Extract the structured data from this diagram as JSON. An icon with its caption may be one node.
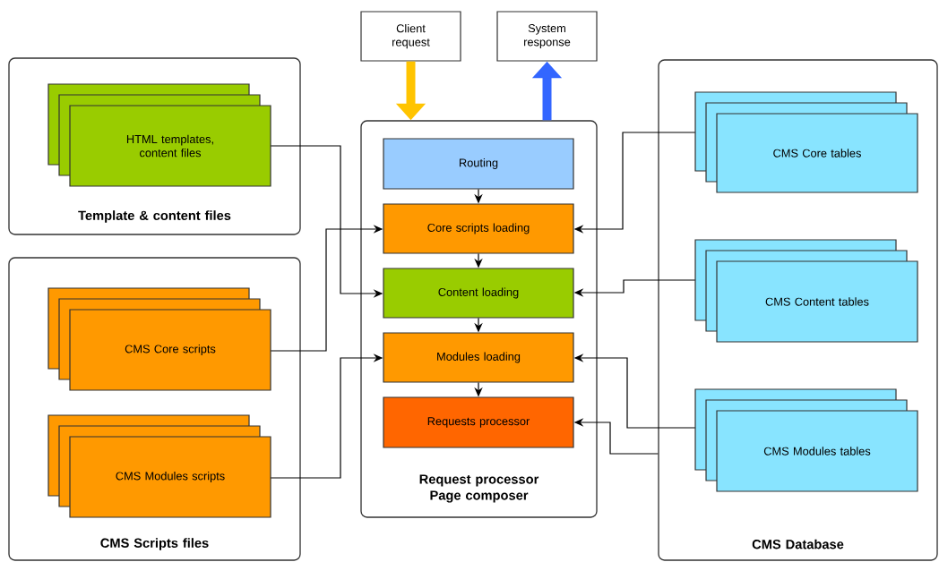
{
  "diagram": {
    "nodes": [
      {
        "text": [
          "Template & content files"
        ]
      },
      {
        "text": [
          "HTML templates, content files"
        ],
        "in": 0
      },
      {
        "text": [
          "CMS Scripts files"
        ]
      },
      {
        "text": [
          "CMS Core scripts"
        ],
        "in": 2
      },
      {
        "text": [
          "CMS Modules scripts"
        ],
        "in": 2
      },
      {
        "text": [
          "Client request"
        ]
      },
      {
        "text": [
          "System response"
        ]
      },
      {
        "text": [
          "Request processor Page composer"
        ]
      },
      {
        "text": [
          "Routing"
        ],
        "in": 7
      },
      {
        "text": [
          "Core scripts loading"
        ],
        "in": 7
      },
      {
        "text": [
          "Content loading"
        ],
        "in": 7
      },
      {
        "text": [
          "Modules loading"
        ],
        "in": 7
      },
      {
        "text": [
          "Requests processor"
        ],
        "in": 7
      },
      {
        "text": [
          "CMS Database"
        ]
      },
      {
        "text": [
          "CMS Core tables"
        ],
        "in": 13
      },
      {
        "text": [
          "CMS Content tables"
        ],
        "in": 13
      },
      {
        "text": [
          "CMS Modules tables"
        ],
        "in": 13
      }
    ],
    "edges": [
      {
        "from": 5,
        "to": 7,
        "arrow": "to",
        "style": "thick",
        "color": "#ffc400"
      },
      {
        "from": 7,
        "to": 6,
        "arrow": "to",
        "style": "thick",
        "color": "#3366ff"
      },
      {
        "from": 8,
        "to": 9,
        "arrow": "to"
      },
      {
        "from": 9,
        "to": 10,
        "arrow": "to"
      },
      {
        "from": 10,
        "to": 11,
        "arrow": "to"
      },
      {
        "from": 11,
        "to": 12,
        "arrow": "to"
      },
      {
        "from": 1,
        "to": 10,
        "arrow": "to"
      },
      {
        "from": 3,
        "to": 9,
        "arrow": "to"
      },
      {
        "from": 4,
        "to": 11,
        "arrow": "to"
      },
      {
        "from": 14,
        "to": 9,
        "arrow": "to"
      },
      {
        "from": 15,
        "to": 10,
        "arrow": "to"
      },
      {
        "from": 16,
        "to": 11,
        "arrow": "to"
      },
      {
        "from": 13,
        "to": 12,
        "arrow": "to"
      }
    ]
  }
}
